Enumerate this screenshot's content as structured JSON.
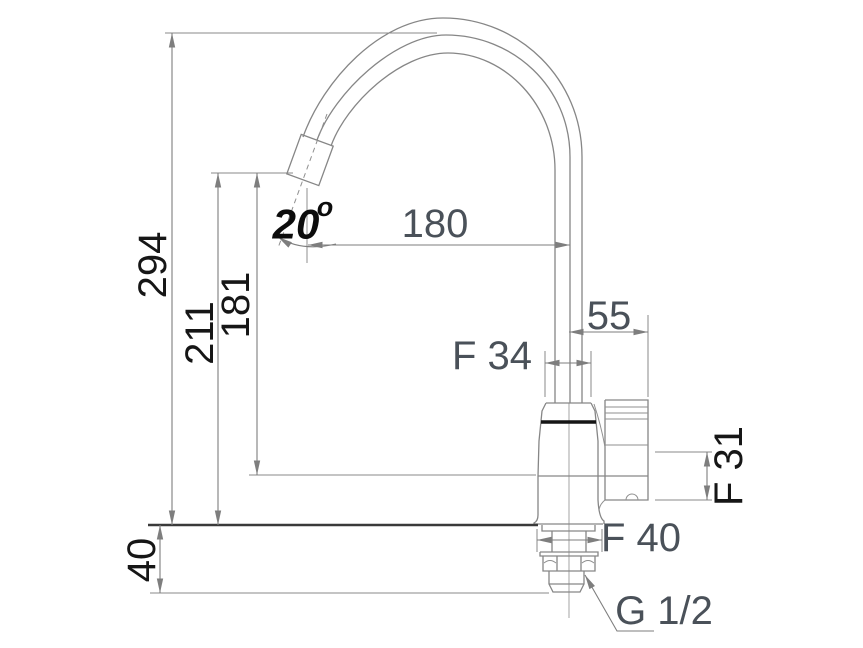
{
  "drawing": {
    "subject": "gooseneck-pillar-faucet-dimension-drawing",
    "colors": {
      "background": "#ffffff",
      "outline_gray": "#868686",
      "dimension_gray": "#7e7e7e",
      "counter_line_dark": "#3a3a3a",
      "cone_band_black": "#151515",
      "label_black": "#161616",
      "label_gray": "#4a5159"
    }
  },
  "dims": {
    "total_height": "294",
    "tap_height": "211",
    "spout_height": "181",
    "shank_length": "40",
    "spout_reach": "180",
    "handle_offset": "55",
    "angle": "20",
    "angle_unit": "o",
    "aerator_nut": "F 34",
    "handle_height": "F 31",
    "flange": "F 40",
    "thread": "G 1/2"
  }
}
